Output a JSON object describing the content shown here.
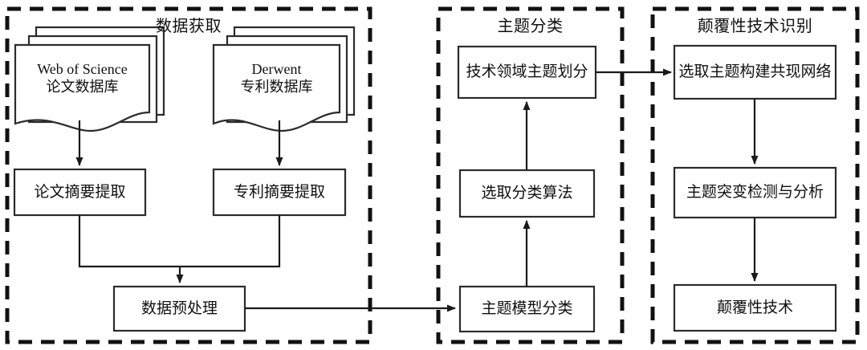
{
  "diagram": {
    "title_present": false,
    "panels": [
      {
        "id": "data-acquisition",
        "title": "数据获取",
        "nodes": [
          {
            "id": "wos-db",
            "shape": "document-stack",
            "line1": "Web of Science",
            "line2": "论文数据库"
          },
          {
            "id": "derwent-db",
            "shape": "document-stack",
            "line1": "Derwent",
            "line2": "专利数据库"
          },
          {
            "id": "paper-abstract-extract",
            "shape": "rect",
            "label": "论文摘要提取"
          },
          {
            "id": "patent-abstract-extract",
            "shape": "rect",
            "label": "专利摘要提取"
          },
          {
            "id": "data-preprocessing",
            "shape": "rect",
            "label": "数据预处理"
          }
        ]
      },
      {
        "id": "topic-classification",
        "title": "主题分类",
        "nodes": [
          {
            "id": "tech-domain-topic-division",
            "shape": "rect",
            "label": "技术领域主题划分"
          },
          {
            "id": "select-classification-algorithm",
            "shape": "rect",
            "label": "选取分类算法"
          },
          {
            "id": "topic-model-classification",
            "shape": "rect",
            "label": "主题模型分类"
          }
        ]
      },
      {
        "id": "disruptive-tech-identification",
        "title": "颠覆性技术识别",
        "nodes": [
          {
            "id": "build-cooccurrence-network",
            "shape": "rect",
            "label": "选取主题构建共现网络"
          },
          {
            "id": "topic-burst-detection-analysis",
            "shape": "rect",
            "label": "主题突变检测与分析"
          },
          {
            "id": "disruptive-technology",
            "shape": "rect",
            "label": "颠覆性技术"
          }
        ]
      }
    ],
    "colors": {
      "background": "#ffffff",
      "panel_border": "#111111",
      "box_border": "#2b2b2b",
      "connector": "#1a1a1a",
      "text": "#101010"
    }
  }
}
